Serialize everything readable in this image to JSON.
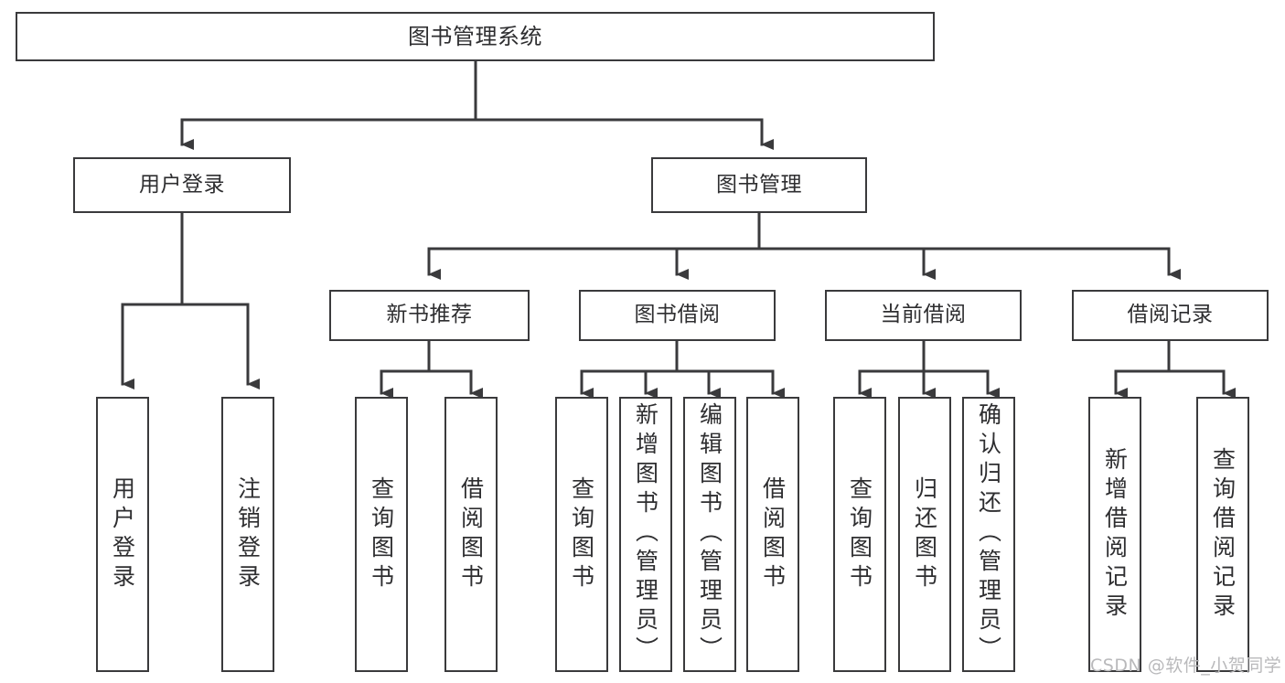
{
  "diagram": {
    "type": "tree-hierarchy",
    "title": "图书管理系统",
    "watermark": "CSDN @软件_小贺同学",
    "colors": {
      "stroke": "#3a3a3c",
      "text": "#2e2e30",
      "background": "#ffffff",
      "watermark": "#b9b9bb"
    },
    "root": {
      "label": "图书管理系统"
    },
    "level2": [
      {
        "label": "用户登录"
      },
      {
        "label": "图书管理"
      }
    ],
    "level3": [
      {
        "label": "新书推荐"
      },
      {
        "label": "图书借阅"
      },
      {
        "label": "当前借阅"
      },
      {
        "label": "借阅记录"
      }
    ],
    "leaves": [
      {
        "label": "用户登录",
        "parent": "用户登录",
        "long": false
      },
      {
        "label": "注销登录",
        "parent": "用户登录",
        "long": false
      },
      {
        "label": "查询图书",
        "parent": "新书推荐",
        "long": false
      },
      {
        "label": "借阅图书",
        "parent": "新书推荐",
        "long": false
      },
      {
        "label": "查询图书",
        "parent": "图书借阅",
        "long": false
      },
      {
        "label": "新增图书（管理员）",
        "parent": "图书借阅",
        "long": true
      },
      {
        "label": "编辑图书（管理员）",
        "parent": "图书借阅",
        "long": true
      },
      {
        "label": "借阅图书",
        "parent": "图书借阅",
        "long": false
      },
      {
        "label": "查询图书",
        "parent": "当前借阅",
        "long": false
      },
      {
        "label": "归还图书",
        "parent": "当前借阅",
        "long": false
      },
      {
        "label": "确认归还（管理员）",
        "parent": "当前借阅",
        "long": true
      },
      {
        "label": "新增借阅记录",
        "parent": "借阅记录",
        "long": true
      },
      {
        "label": "查询借阅记录",
        "parent": "借阅记录",
        "long": true
      }
    ]
  }
}
